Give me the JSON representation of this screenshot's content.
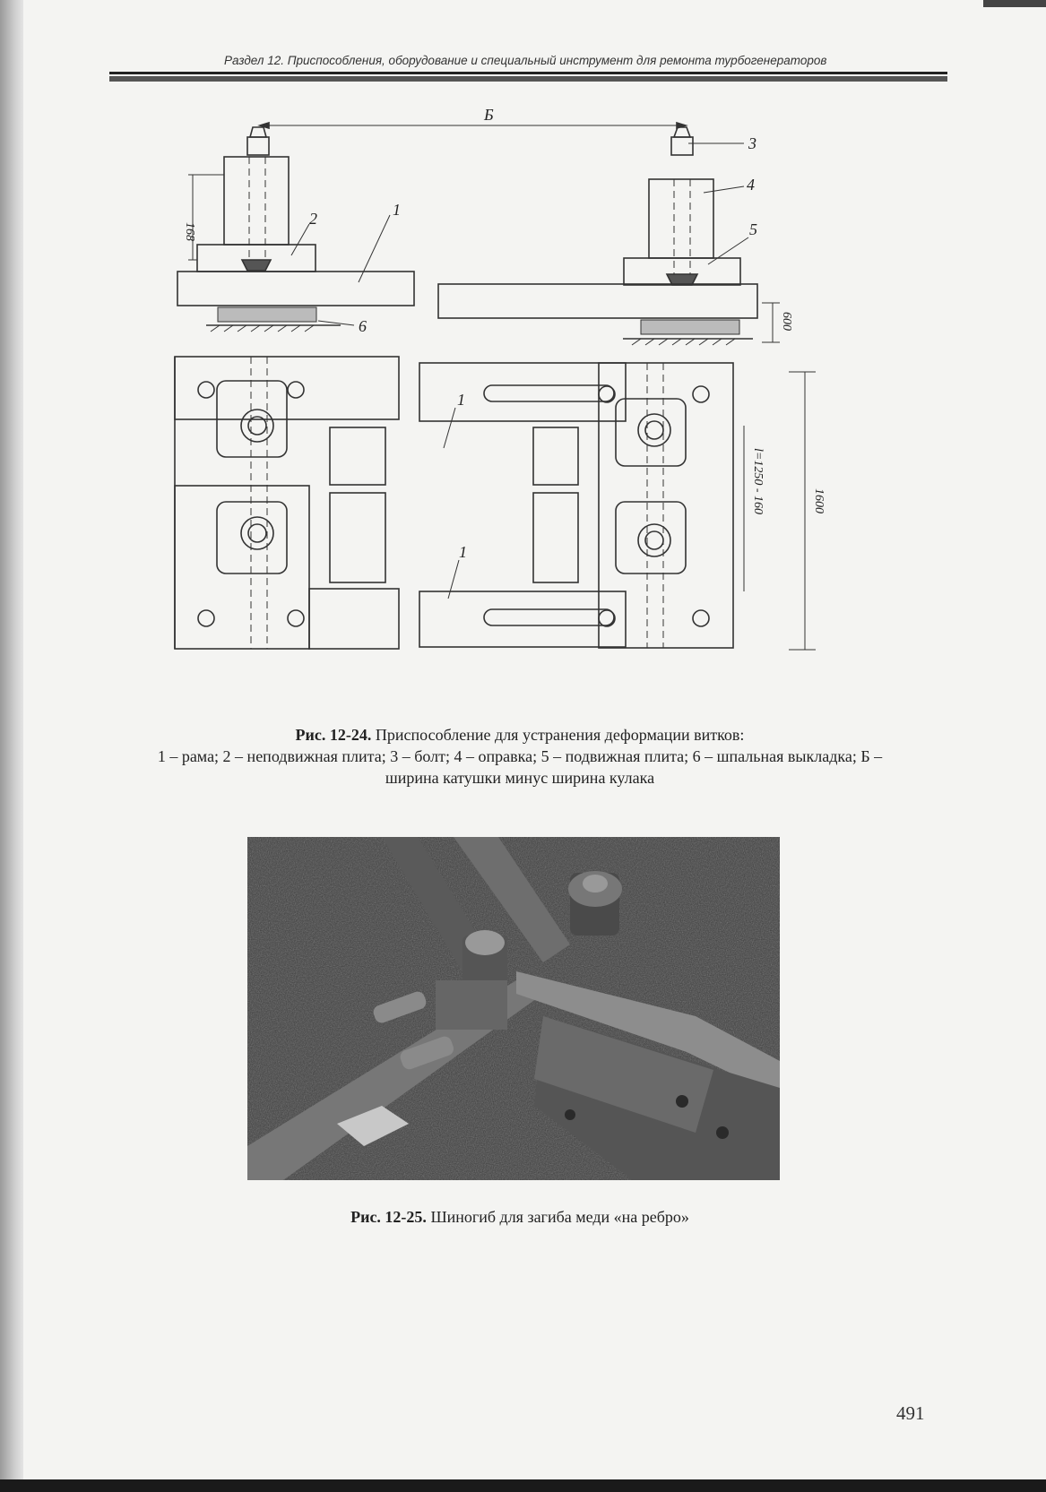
{
  "header": {
    "section_title": "Раздел 12. Приспособления, оборудование и специальный инструмент для ремонта турбогенераторов"
  },
  "figure_24": {
    "labels": {
      "dim_b": "Б",
      "callout_1": "1",
      "callout_2": "2",
      "callout_3": "3",
      "callout_4": "4",
      "callout_5": "5",
      "callout_6": "6",
      "dim_168": "168",
      "dim_600": "600",
      "dim_l": "l=1250 - 160",
      "dim_1600": "1600"
    },
    "caption_number": "Рис. 12-24.",
    "caption_title": " Приспособление для устранения деформации витков:",
    "caption_legend": "1 – рама; 2 – неподвижная плита; 3 – болт; 4 – оправка; 5 – подвижная плита; 6 – шпальная выкладка; Б – ширина катушки минус ширина кулака"
  },
  "figure_25": {
    "caption_number": "Рис. 12-25.",
    "caption_title": " Шиногиб для загиба меди «на ребро»"
  },
  "page_number": "491"
}
